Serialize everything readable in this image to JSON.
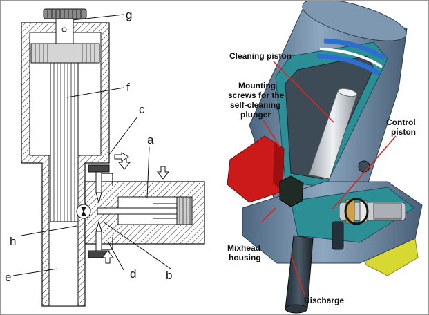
{
  "left_labels": {
    "a": "a",
    "b": "b",
    "c": "c",
    "d": "d",
    "e": "e",
    "f": "f",
    "g": "g",
    "h": "h"
  },
  "right_labels": {
    "cleaning_piston": "Cleaning piston",
    "mounting_1": "Mounting",
    "mounting_2": "screws for the",
    "mounting_3": "self-cleaning",
    "mounting_4": "plunger",
    "control_1": "Control",
    "control_2": "piston",
    "mixhead_1": "Mixhead",
    "mixhead_2": "housing",
    "discharge": "Discharge"
  },
  "colors": {
    "leader_line": "#d8261f",
    "housing_steel": "#6f8ca8",
    "cutaway": "#2c8f96",
    "red_block": "#cc1a1a",
    "yellow_block": "#d8d832"
  }
}
